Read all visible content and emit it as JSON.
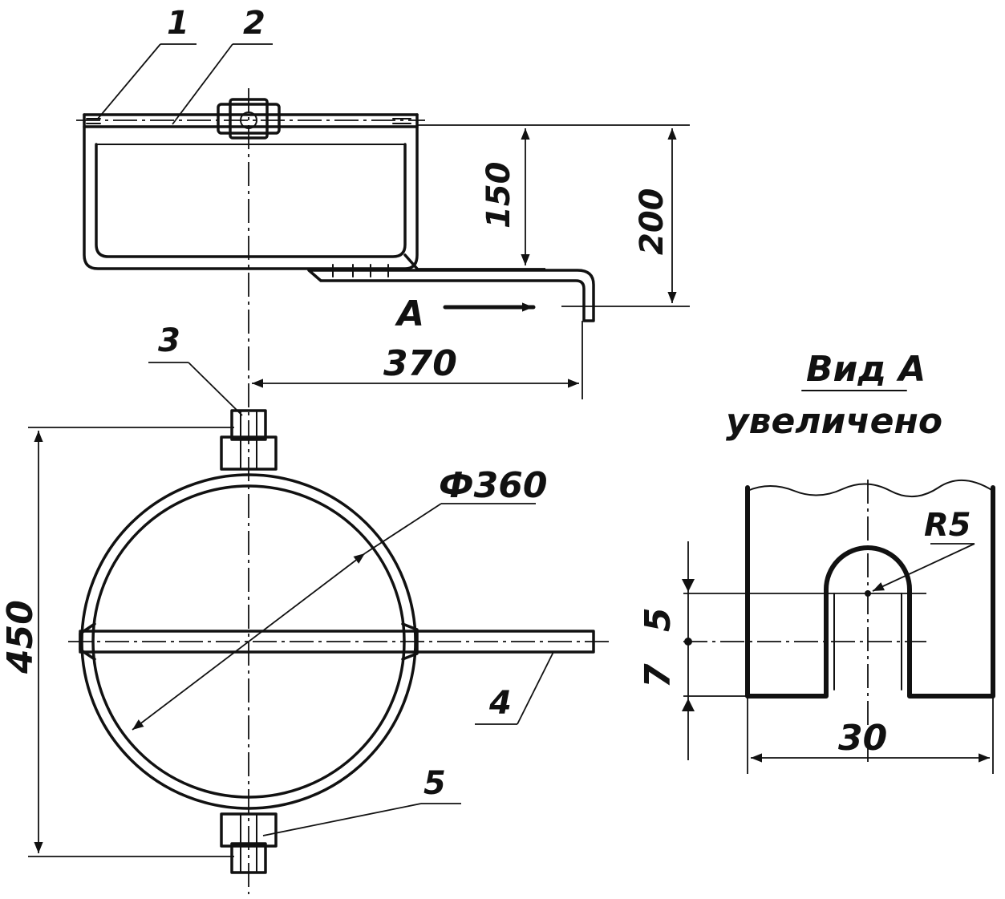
{
  "labels": {
    "part1": "1",
    "part2": "2",
    "part3": "3",
    "part4": "4",
    "part5": "5",
    "view_arrow": "A"
  },
  "dimensions": {
    "d150": "150",
    "d200": "200",
    "d370": "370",
    "d450": "450",
    "dia360": "Ф360",
    "r5": "R5",
    "d5": "5",
    "d7": "7",
    "d30": "30"
  },
  "view": {
    "title": "Вид А",
    "subtitle": "увеличено"
  },
  "colors": {
    "ink": "#111111",
    "paper": "#ffffff"
  }
}
